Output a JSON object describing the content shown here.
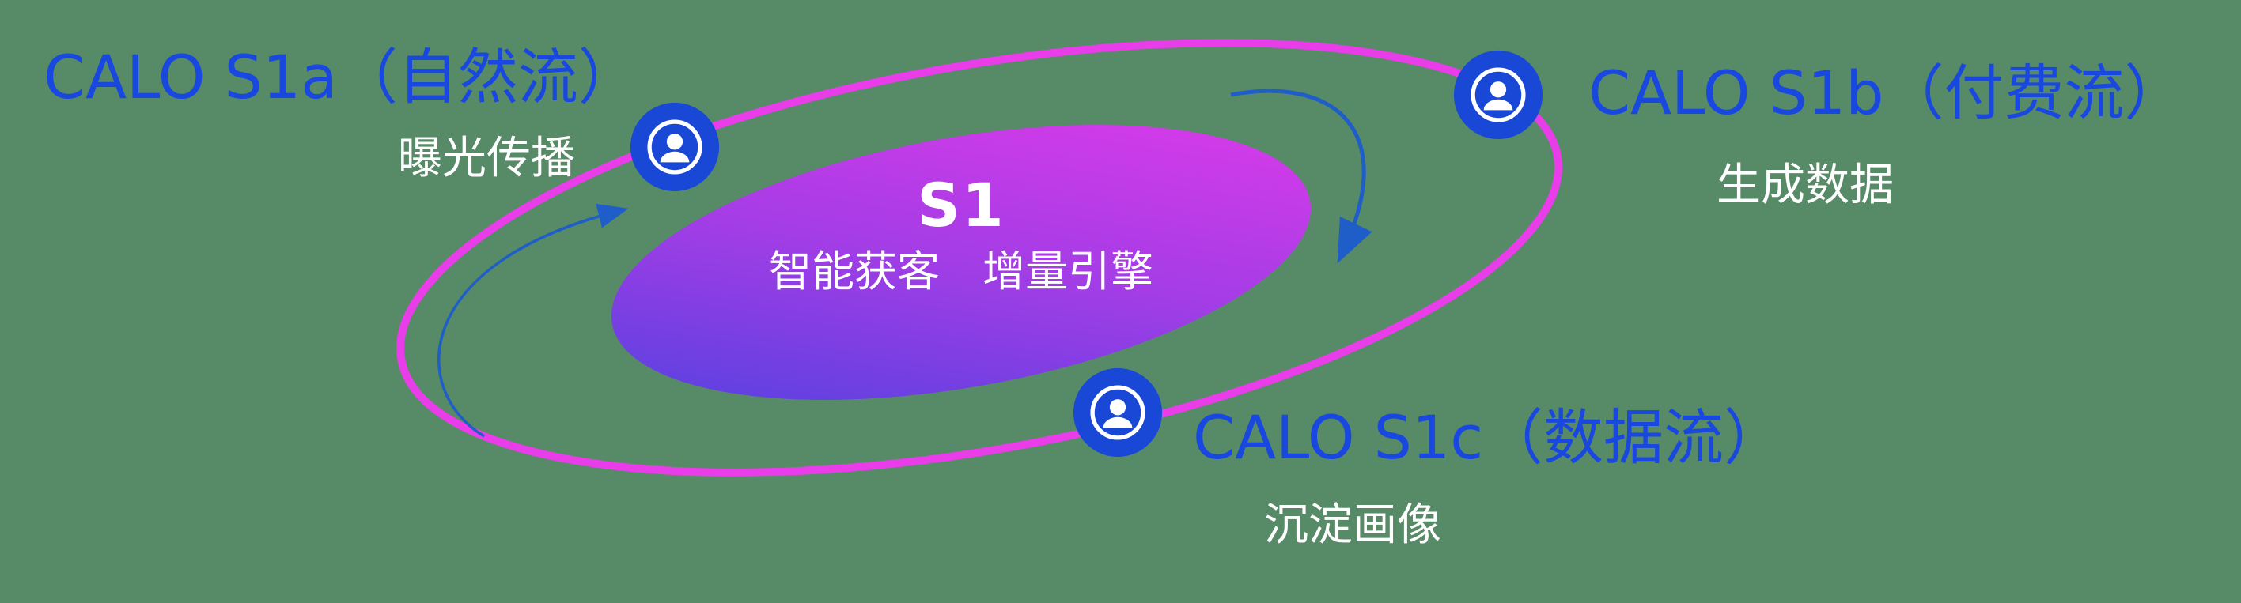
{
  "canvas": {
    "background_color": "#578a67"
  },
  "colors": {
    "orbit_ring": "#e93de9",
    "node_fill": "#1948d6",
    "title_text": "#1848df",
    "subtitle_text": "#ffffff",
    "arrow": "#1f5ec9",
    "core_gradient_start": "#4a41de",
    "core_gradient_mid": "#a33de6",
    "core_gradient_end": "#e43ae9"
  },
  "center": {
    "title": "S1",
    "subtitle": "智能获客　增量引擎"
  },
  "nodes": [
    {
      "id": "s1a",
      "title": "CALO S1a（自然流）",
      "subtitle": "曝光传播",
      "icon": "user-circle-icon"
    },
    {
      "id": "s1b",
      "title": "CALO S1b（付费流）",
      "subtitle": "生成数据",
      "icon": "user-circle-icon"
    },
    {
      "id": "s1c",
      "title": "CALO S1c（数据流）",
      "subtitle": "沉淀画像",
      "icon": "user-circle-icon"
    }
  ]
}
